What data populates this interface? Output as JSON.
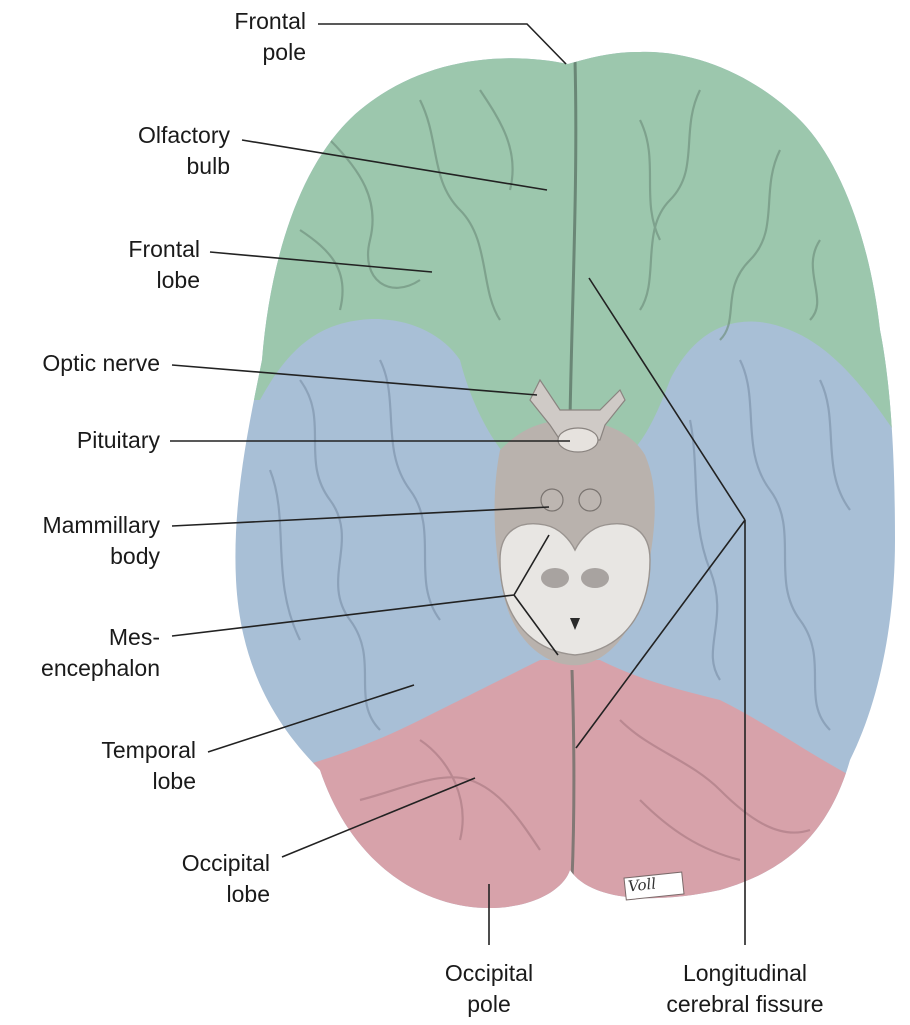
{
  "labels": {
    "frontal_pole": [
      "Frontal",
      "pole"
    ],
    "olfactory_bulb": [
      "Olfactory",
      "bulb"
    ],
    "frontal_lobe": [
      "Frontal",
      "lobe"
    ],
    "optic_nerve": [
      "Optic nerve"
    ],
    "pituitary": [
      "Pituitary"
    ],
    "mammillary_body": [
      "Mammillary",
      "body"
    ],
    "mesencephalon": [
      "Mes-",
      "encephalon"
    ],
    "temporal_lobe": [
      "Temporal",
      "lobe"
    ],
    "occipital_lobe": [
      "Occipital",
      "lobe"
    ],
    "occipital_pole": [
      "Occipital",
      "pole"
    ],
    "longitudinal_fissure": [
      "Longitudinal",
      "cerebral fissure"
    ]
  },
  "signature": "Voll",
  "colors": {
    "frontal": "#9cc7ad",
    "temporal": "#a8bfd6",
    "occipital": "#d7a2aa",
    "brainstem": "#d9d4d0",
    "line": "#222222"
  }
}
